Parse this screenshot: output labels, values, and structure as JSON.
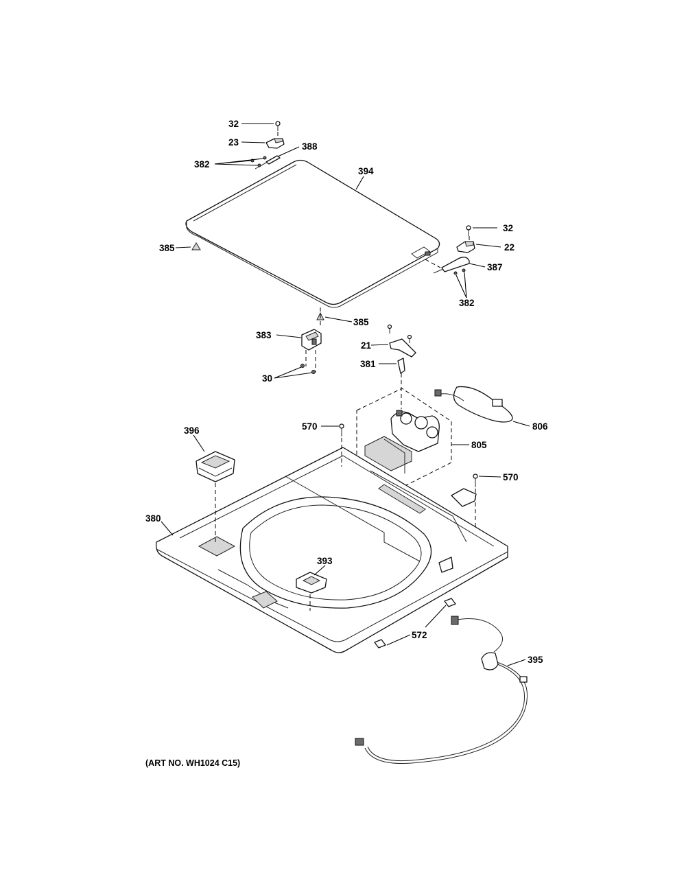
{
  "callouts": {
    "c32a": "32",
    "c23": "23",
    "c388": "388",
    "c382a": "382",
    "c394": "394",
    "c32b": "32",
    "c22": "22",
    "c385a": "385",
    "c387": "387",
    "c382b": "382",
    "c385b": "385",
    "c383": "383",
    "c21": "21",
    "c381": "381",
    "c30": "30",
    "c806": "806",
    "c570a": "570",
    "c396": "396",
    "c805": "805",
    "c570b": "570",
    "c380": "380",
    "c393": "393",
    "c572": "572",
    "c395": "395"
  },
  "art_number": "(ART NO. WH1024 C15)"
}
